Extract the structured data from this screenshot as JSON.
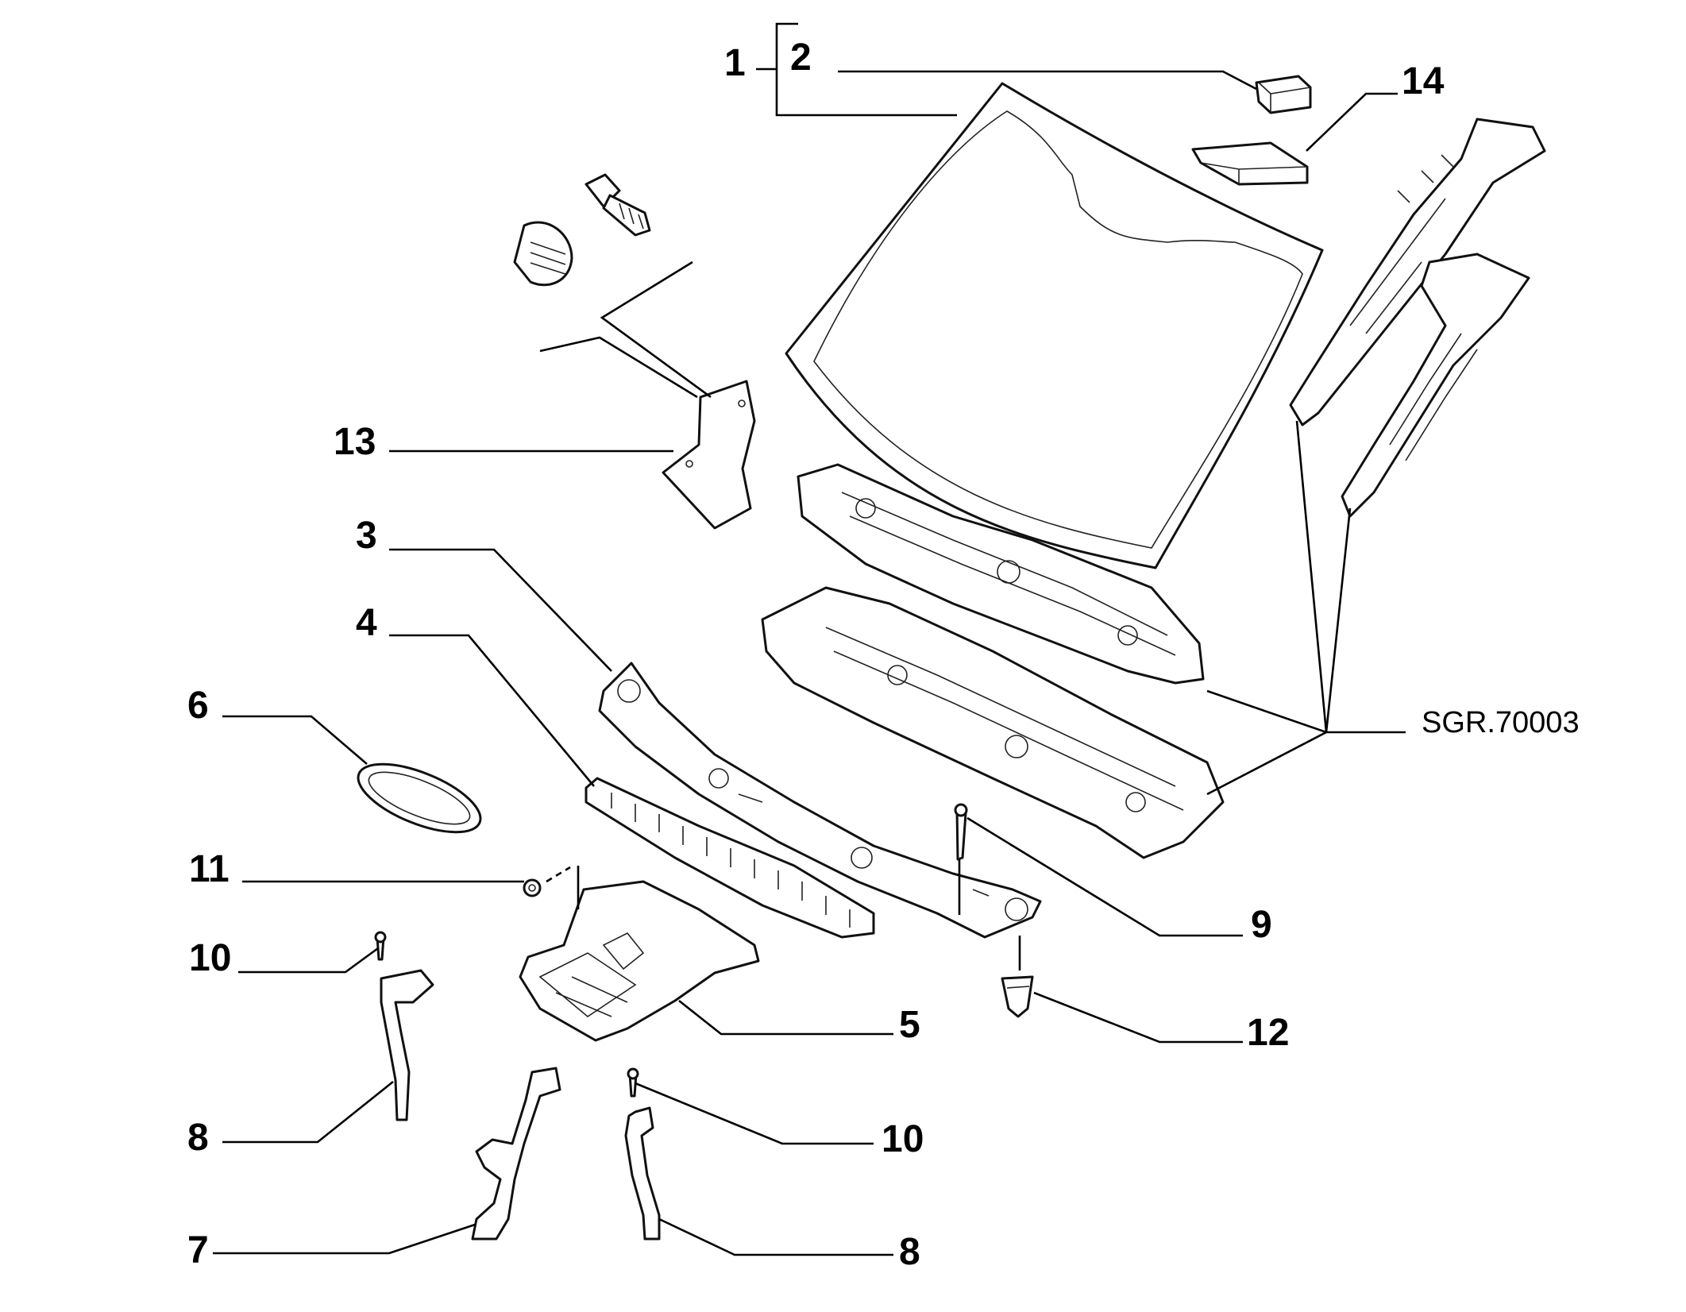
{
  "reference_code": "SGR.70003",
  "callouts": {
    "c1": "1",
    "c2": "2",
    "c3": "3",
    "c4": "4",
    "c5": "5",
    "c6": "6",
    "c7": "7",
    "c8a": "8",
    "c8b": "8",
    "c9": "9",
    "c10a": "10",
    "c10b": "10",
    "c11": "11",
    "c12": "12",
    "c13": "13",
    "c14": "14"
  },
  "colors": {
    "line": "#000000",
    "background": "#ffffff"
  }
}
